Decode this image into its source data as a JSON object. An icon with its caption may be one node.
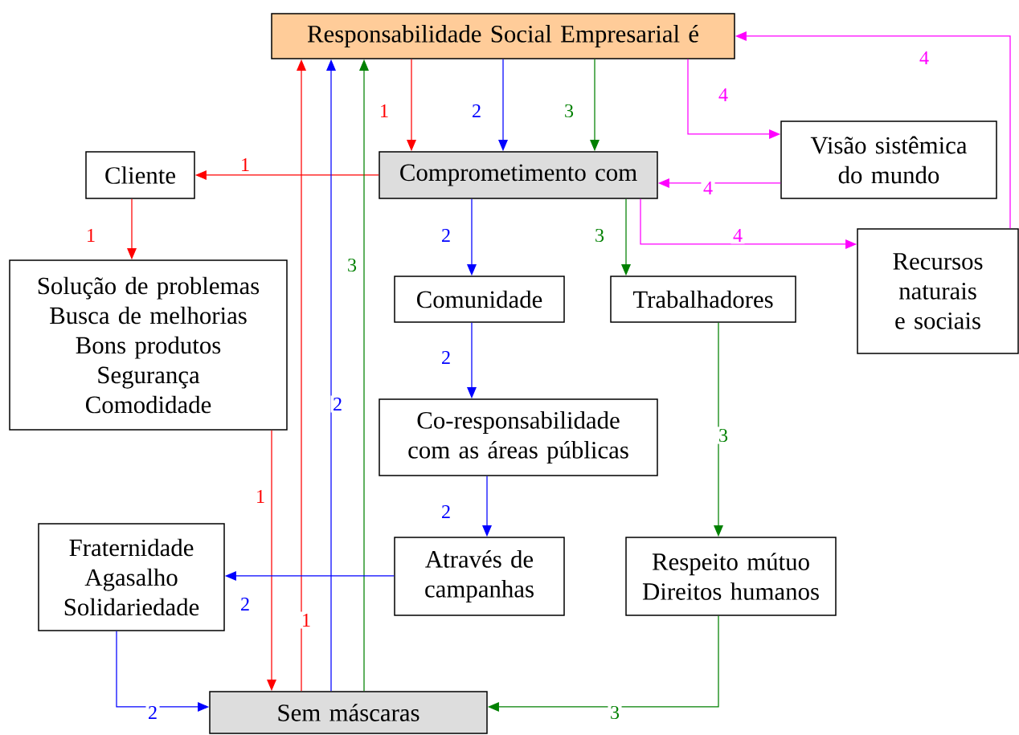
{
  "diagram": {
    "nodes": [
      {
        "text": [
          "Responsabilidade Social Empresarial é"
        ]
      },
      {
        "text": [
          "Comprometimento com"
        ]
      },
      {
        "text": [
          "Cliente"
        ]
      },
      {
        "text": [
          "Solução de problemas",
          "Busca de melhorias",
          "Bons produtos",
          "Segurança",
          "Comodidade"
        ]
      },
      {
        "text": [
          "Visão sistêmica do mundo"
        ]
      },
      {
        "text": [
          "Comunidade"
        ]
      },
      {
        "text": [
          "Trabalhadores"
        ]
      },
      {
        "text": [
          "Recursos naturais e sociais"
        ]
      },
      {
        "text": [
          "Co-responsabilidade com as áreas públicas"
        ]
      },
      {
        "text": [
          "Fraternidade",
          "Agasalho",
          "Solidariedade"
        ]
      },
      {
        "text": [
          "Através de campanhas"
        ]
      },
      {
        "text": [
          "Respeito mútuo",
          "Direitos humanos"
        ]
      },
      {
        "text": [
          "Sem máscaras"
        ]
      }
    ],
    "edges": [
      {
        "from": 0,
        "to": 1,
        "arrow": "to",
        "label": "1",
        "color": "#ff0000"
      },
      {
        "from": 0,
        "to": 1,
        "arrow": "to",
        "label": "2",
        "color": "#0000ff"
      },
      {
        "from": 0,
        "to": 1,
        "arrow": "to",
        "label": "3",
        "color": "#008000"
      },
      {
        "from": 1,
        "to": 2,
        "arrow": "to",
        "label": "1",
        "color": "#ff0000"
      },
      {
        "from": 2,
        "to": 3,
        "arrow": "to",
        "label": "1",
        "color": "#ff0000"
      },
      {
        "from": 3,
        "to": 12,
        "arrow": "to",
        "label": "1",
        "color": "#ff0000"
      },
      {
        "from": 12,
        "to": 0,
        "arrow": "to",
        "label": "1",
        "color": "#ff0000"
      },
      {
        "from": 12,
        "to": 0,
        "arrow": "to",
        "label": "2",
        "color": "#0000ff"
      },
      {
        "from": 12,
        "to": 0,
        "arrow": "to",
        "label": "3",
        "color": "#008000"
      },
      {
        "from": 1,
        "to": 5,
        "arrow": "to",
        "label": "2",
        "color": "#0000ff"
      },
      {
        "from": 1,
        "to": 6,
        "arrow": "to",
        "label": "3",
        "color": "#008000"
      },
      {
        "from": 5,
        "to": 8,
        "arrow": "to",
        "label": "2",
        "color": "#0000ff"
      },
      {
        "from": 8,
        "to": 10,
        "arrow": "to",
        "label": "2",
        "color": "#0000ff"
      },
      {
        "from": 10,
        "to": 9,
        "arrow": "to",
        "label": "2",
        "color": "#0000ff"
      },
      {
        "from": 9,
        "to": 12,
        "arrow": "to",
        "label": "2",
        "color": "#0000ff"
      },
      {
        "from": 6,
        "to": 11,
        "arrow": "to",
        "label": "3",
        "color": "#008000"
      },
      {
        "from": 11,
        "to": 12,
        "arrow": "to",
        "label": "3",
        "color": "#008000"
      },
      {
        "from": 0,
        "to": 4,
        "arrow": "to",
        "label": "4",
        "color": "#ff00ff"
      },
      {
        "from": 4,
        "to": 1,
        "arrow": "to",
        "label": "4",
        "color": "#ff00ff"
      },
      {
        "from": 1,
        "to": 7,
        "arrow": "to",
        "label": "4",
        "color": "#ff00ff"
      },
      {
        "from": 7,
        "to": 0,
        "arrow": "to",
        "label": "4",
        "color": "#ff00ff"
      }
    ]
  }
}
